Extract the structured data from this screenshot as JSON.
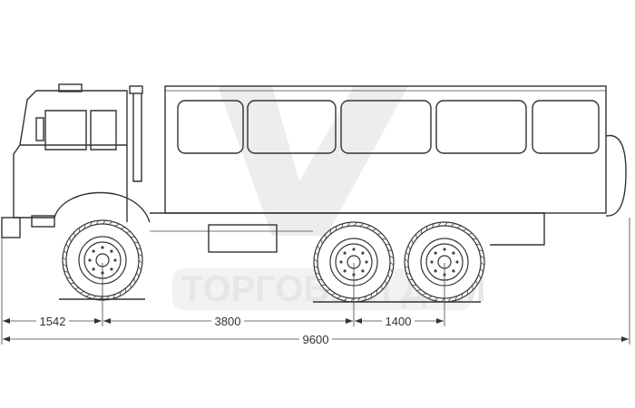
{
  "watermark": {
    "text": "ТОРГОВЫЙ ДОМ"
  },
  "dimensions": {
    "front_overhang": "1542",
    "wheelbase": "3800",
    "rear_axle_spacing": "1400",
    "overall_length": "9600"
  }
}
